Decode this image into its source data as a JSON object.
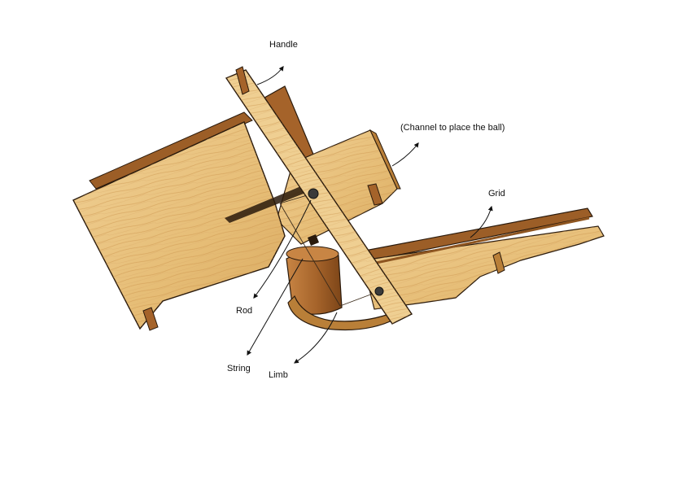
{
  "labels": {
    "handle": "Handle",
    "channel": "(Channel to place the ball)",
    "grid": "Grid",
    "rod": "Rod",
    "string": "String",
    "limb": "Limb"
  },
  "colors": {
    "wood_light": "#ecc98a",
    "wood_mid": "#dcae62",
    "wood_dark": "#b97f38",
    "wood_darker": "#8e5520",
    "outline": "#2a1a0c",
    "pivot": "#3a3a3a",
    "arrow": "#111111"
  }
}
